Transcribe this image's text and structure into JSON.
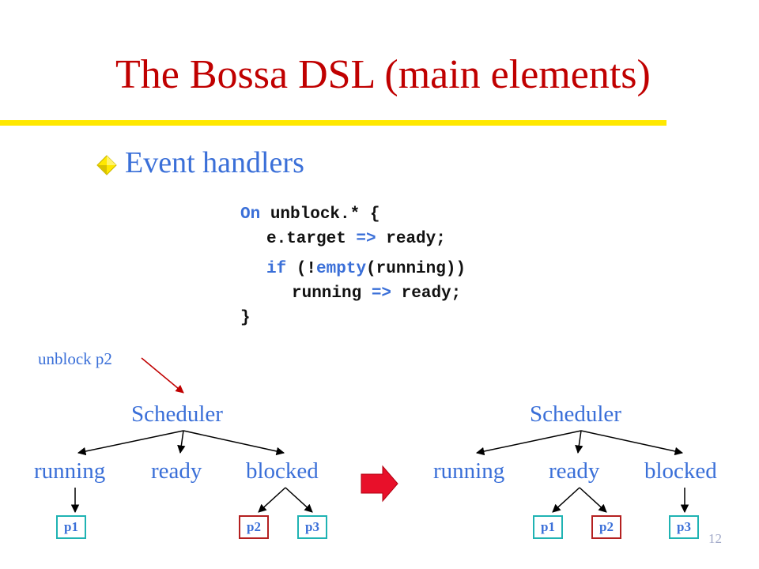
{
  "slide": {
    "title": "The Bossa DSL (main elements)",
    "bullet": "Event handlers",
    "page_number": "12"
  },
  "code": {
    "line1": {
      "kw": "On",
      "rest": " unblock.* {"
    },
    "line2": {
      "a": "e.target ",
      "op": "=>",
      "b": " ready;"
    },
    "line3": {
      "kw1": "if",
      "a": " (!",
      "kw2": "empty",
      "b": "(running))"
    },
    "line4": {
      "a": "running ",
      "op": "=>",
      "b": " ready;"
    },
    "line5": "}"
  },
  "diagram": {
    "event_label": "unblock p2",
    "before": {
      "root": "Scheduler",
      "states": [
        "running",
        "ready",
        "blocked"
      ],
      "boxes": [
        "p1",
        "p2",
        "p3"
      ]
    },
    "after": {
      "root": "Scheduler",
      "states": [
        "running",
        "ready",
        "blocked"
      ],
      "boxes": [
        "p1",
        "p2",
        "p3"
      ]
    }
  },
  "colors": {
    "title": "#c00000",
    "accent_blue": "#3a6fd8",
    "rule_yellow": "#ffe800",
    "transition_arrow": "#e8102a",
    "box_teal": "#1fb3b3",
    "box_red": "#b42020"
  }
}
